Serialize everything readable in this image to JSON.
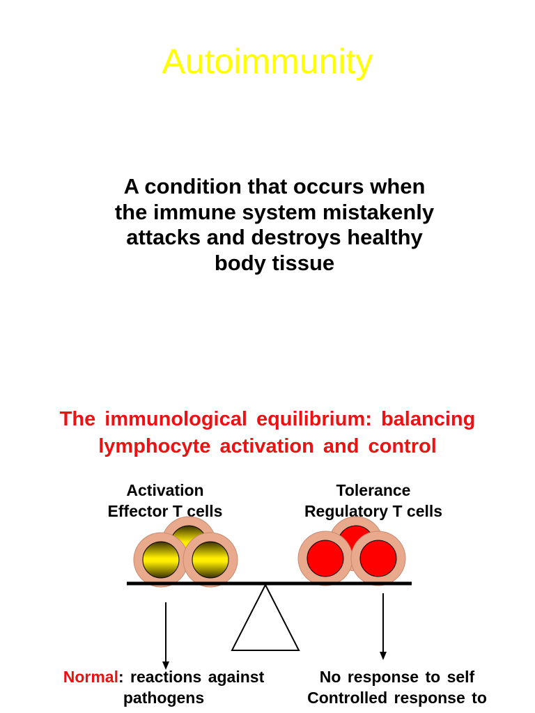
{
  "title": "Autoimmunity",
  "definition": {
    "lines": [
      "A condition that occurs when",
      "the immune system mistakenly",
      "attacks and destroys healthy",
      "body tissue"
    ]
  },
  "equilibrium": {
    "heading_lines": [
      "The immunological equilibrium: balancing",
      "lymphocyte activation and control"
    ],
    "left": {
      "label_line1": "Activation",
      "label_line2": "Effector T cells",
      "outcome_red": "Normal",
      "outcome_rest": ": reactions against",
      "outcome_line2": "pathogens"
    },
    "right": {
      "label_line1": "Tolerance",
      "label_line2": "Regulatory T cells",
      "outcome_line1": "No response to self",
      "outcome_line2": "Controlled response to"
    }
  },
  "colors": {
    "title": "#ffff00",
    "heading": "#ee1111",
    "cell_membrane": "#e8a98c",
    "effector_nucleus": "#b8a000",
    "regulatory_nucleus": "#ff0000"
  }
}
